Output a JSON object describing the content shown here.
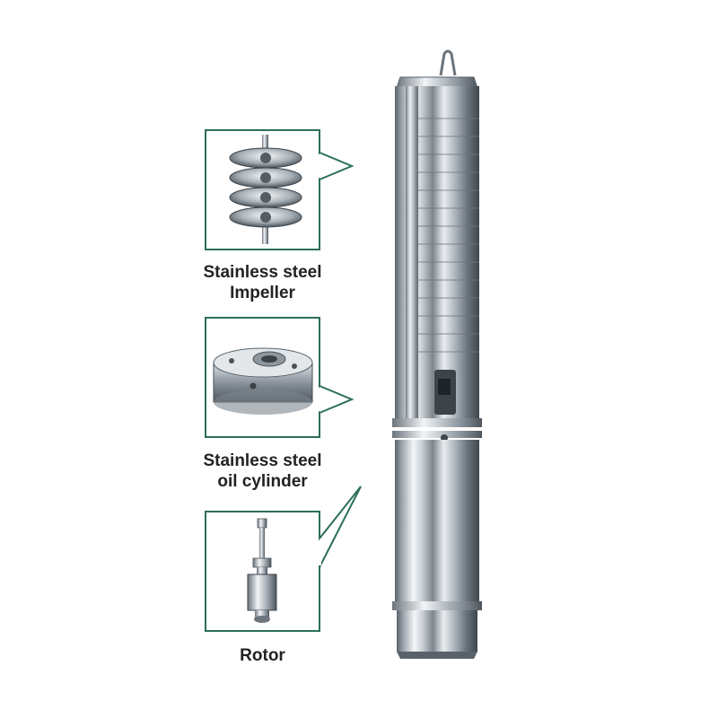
{
  "colors": {
    "frame_green": "#2c6e5c",
    "caption_text": "#222222",
    "steel_light": "#f4f6f8",
    "steel_mid": "#b9c1c8",
    "steel_dark": "#5b646c"
  },
  "callouts": [
    {
      "id": "impeller",
      "lines": [
        "Stainless steel",
        "Impeller"
      ]
    },
    {
      "id": "oil-cylinder",
      "lines": [
        "Stainless steel",
        "oil cylinder"
      ]
    },
    {
      "id": "rotor",
      "lines": [
        "Rotor"
      ]
    }
  ]
}
